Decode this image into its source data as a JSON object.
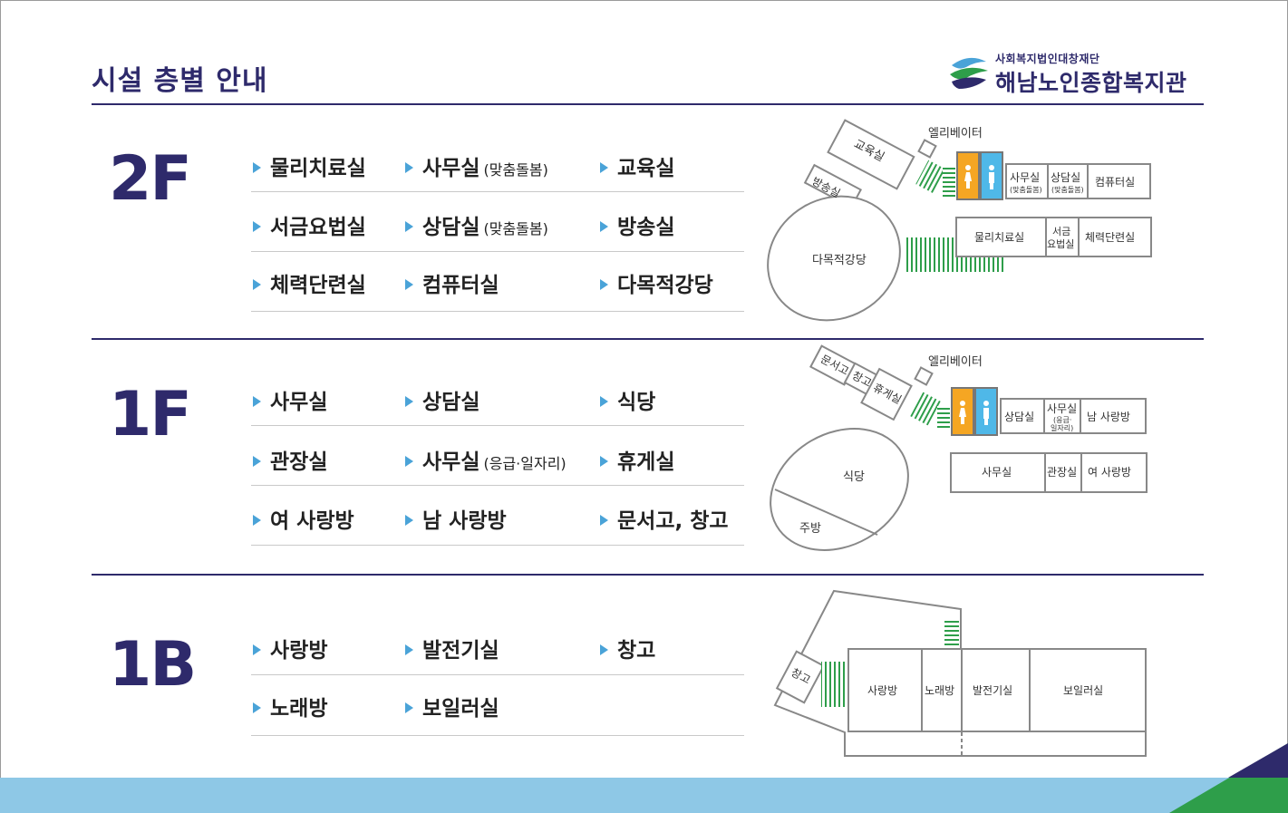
{
  "header": {
    "title": "시설 층별 안내",
    "logo_small": "사회복지법인대창재단",
    "logo_big": "해남노인종합복지관"
  },
  "colors": {
    "brand_navy": "#2e2a6b",
    "bullet_blue": "#4aa3d8",
    "stair_green": "#2e9e4a",
    "restroom_orange": "#f5a623",
    "restroom_blue": "#4fb8e8",
    "bottom_bar": "#8ec8e6",
    "corner_green": "#2e9e4a"
  },
  "floors": {
    "f2": {
      "label": "2F",
      "items": [
        {
          "name": "물리치료실",
          "note": ""
        },
        {
          "name": "사무실",
          "note": "(맞춤돌봄)"
        },
        {
          "name": "교육실",
          "note": ""
        },
        {
          "name": "서금요법실",
          "note": ""
        },
        {
          "name": "상담실",
          "note": "(맞춤돌봄)"
        },
        {
          "name": "방송실",
          "note": ""
        },
        {
          "name": "체력단련실",
          "note": ""
        },
        {
          "name": "컴퓨터실",
          "note": ""
        },
        {
          "name": "다목적강당",
          "note": ""
        }
      ],
      "plan": {
        "elevator": "엘리베이터",
        "edu": "교육실",
        "broadcast": "방송실",
        "hall": "다목적강당",
        "office": "사무실",
        "office_sub": "(맞춤돌봄)",
        "counsel": "상담실",
        "counsel_sub": "(맞춤돌봄)",
        "computer": "컴퓨터실",
        "physio": "물리치료실",
        "seogeum_1": "서금",
        "seogeum_2": "요법실",
        "fitness": "체력단련실"
      }
    },
    "f1": {
      "label": "1F",
      "items": [
        {
          "name": "사무실",
          "note": ""
        },
        {
          "name": "상담실",
          "note": ""
        },
        {
          "name": "식당",
          "note": ""
        },
        {
          "name": "관장실",
          "note": ""
        },
        {
          "name": "사무실",
          "note": "(응급·일자리)"
        },
        {
          "name": "휴게실",
          "note": ""
        },
        {
          "name": "여 사랑방",
          "note": ""
        },
        {
          "name": "남 사랑방",
          "note": ""
        },
        {
          "name": "문서고, 창고",
          "note": ""
        }
      ],
      "plan": {
        "elevator": "엘리베이터",
        "archive": "문서고",
        "storage": "창고",
        "lounge": "휴게실",
        "restaurant": "식당",
        "kitchen": "주방",
        "counsel": "상담실",
        "office2": "사무실",
        "office2_sub1": "(응급·",
        "office2_sub2": "일자리)",
        "men_room": "남 사랑방",
        "office": "사무실",
        "director": "관장실",
        "women_room": "여 사랑방"
      }
    },
    "b1": {
      "label": "1B",
      "items": [
        {
          "name": "사랑방",
          "note": ""
        },
        {
          "name": "발전기실",
          "note": ""
        },
        {
          "name": "창고",
          "note": ""
        },
        {
          "name": "노래방",
          "note": ""
        },
        {
          "name": "보일러실",
          "note": ""
        }
      ],
      "plan": {
        "storage": "창고",
        "sarang": "사랑방",
        "karaoke": "노래방",
        "generator": "발전기실",
        "boiler": "보일러실"
      }
    }
  }
}
